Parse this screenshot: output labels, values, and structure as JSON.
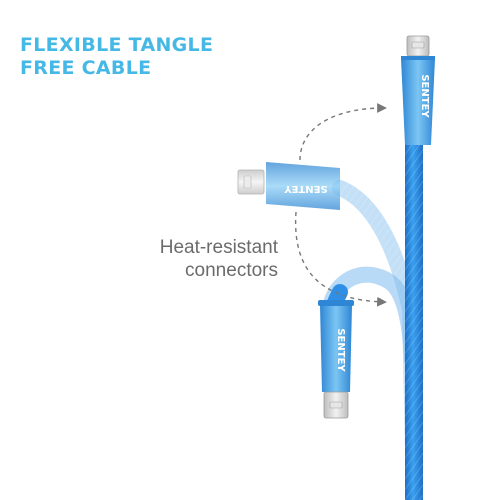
{
  "headline": {
    "line1": "FLEXIBLE TANGLE",
    "line2": "FREE CABLE"
  },
  "callout": {
    "line1": "Heat-resistant",
    "line2": "connectors"
  },
  "product": {
    "brand_mark": "SENTEY"
  },
  "colors": {
    "headline": "#46b8e6",
    "callout_text": "#6b6b6b",
    "cable": "#2f8fe6",
    "cable_shadow": "#1c6fc6",
    "connector_shell": "#5fb4ee",
    "connector_dark": "#2f86d4",
    "micro_usb_plug": "#d9d9d9",
    "arrow": "#777777"
  }
}
